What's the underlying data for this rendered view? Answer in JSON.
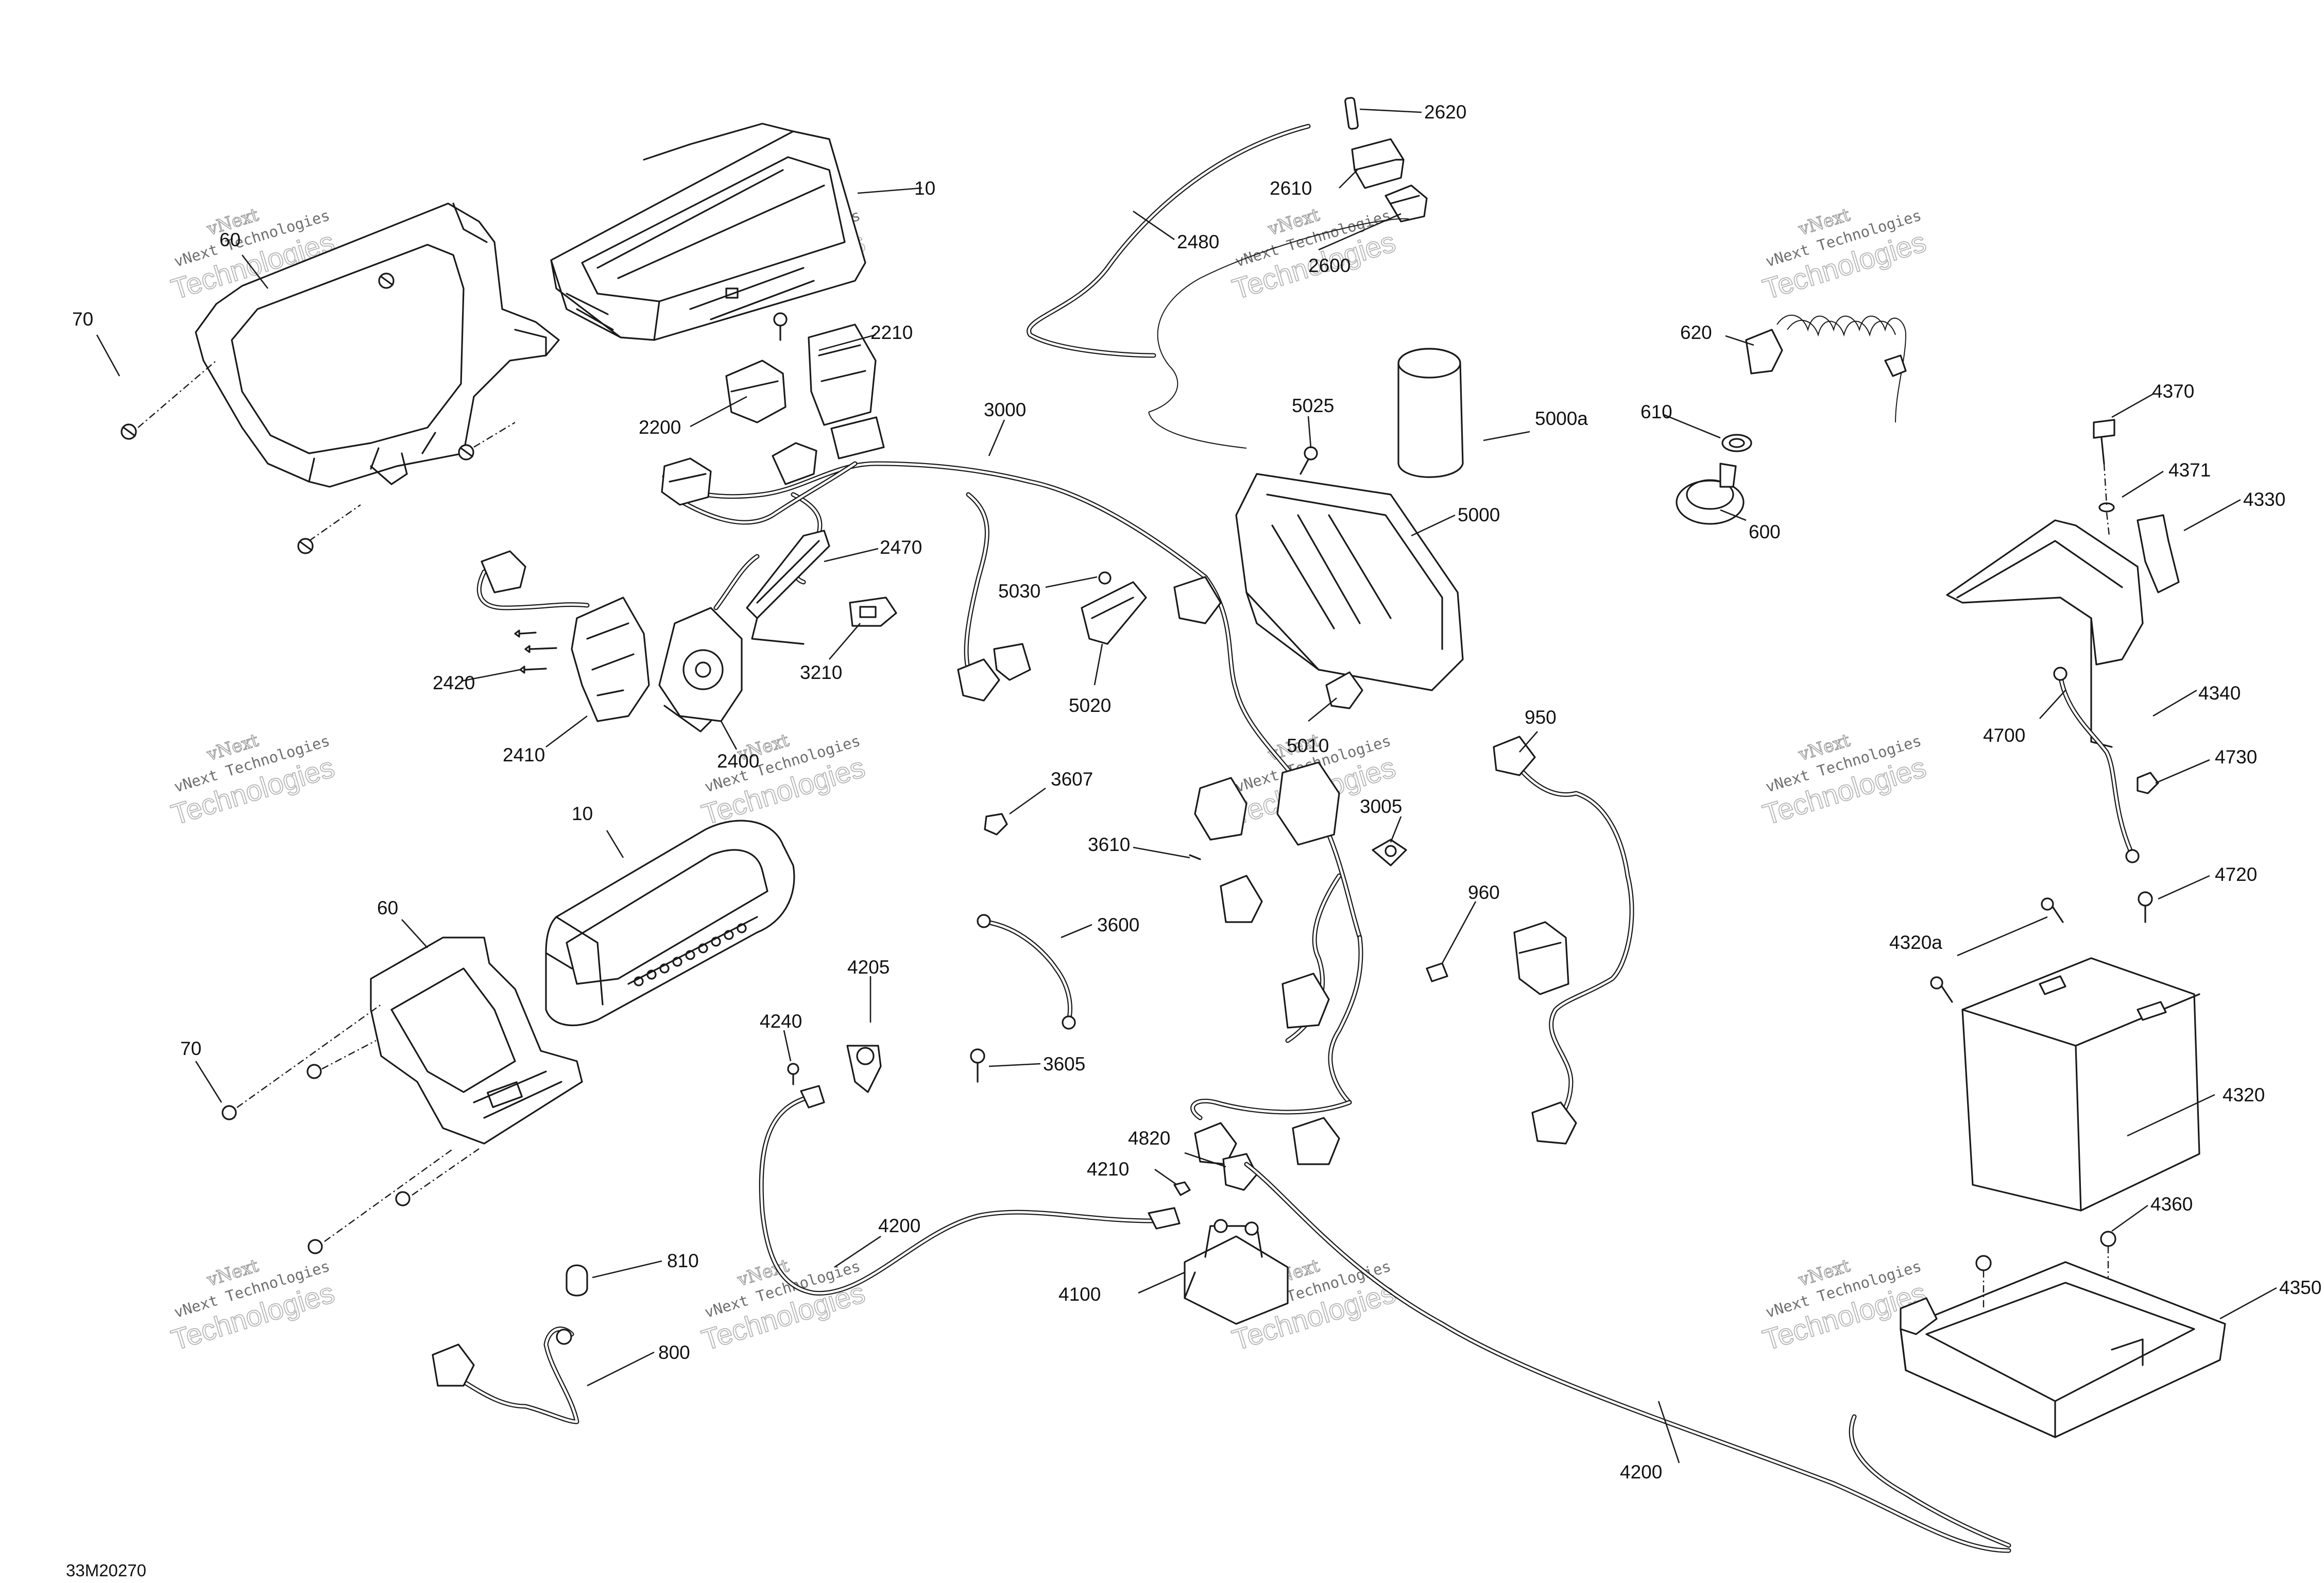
{
  "diagram_code": "33M20270",
  "watermark": {
    "brand": "vNext",
    "line": "vNext Technologies",
    "big": "Technologies"
  },
  "callouts": [
    {
      "id": "c-60-top",
      "text": "60"
    },
    {
      "id": "c-70-top",
      "text": "70"
    },
    {
      "id": "c-10-top",
      "text": "10"
    },
    {
      "id": "c-2620",
      "text": "2620"
    },
    {
      "id": "c-2610",
      "text": "2610"
    },
    {
      "id": "c-2480",
      "text": "2480"
    },
    {
      "id": "c-2600",
      "text": "2600"
    },
    {
      "id": "c-2210",
      "text": "2210"
    },
    {
      "id": "c-2200",
      "text": "2200"
    },
    {
      "id": "c-3000",
      "text": "3000"
    },
    {
      "id": "c-5025",
      "text": "5025"
    },
    {
      "id": "c-5000a",
      "text": "5000a"
    },
    {
      "id": "c-5000",
      "text": "5000"
    },
    {
      "id": "c-620",
      "text": "620"
    },
    {
      "id": "c-610",
      "text": "610"
    },
    {
      "id": "c-600",
      "text": "600"
    },
    {
      "id": "c-4370",
      "text": "4370"
    },
    {
      "id": "c-4371",
      "text": "4371"
    },
    {
      "id": "c-4330",
      "text": "4330"
    },
    {
      "id": "c-2470",
      "text": "2470"
    },
    {
      "id": "c-5030",
      "text": "5030"
    },
    {
      "id": "c-3210",
      "text": "3210"
    },
    {
      "id": "c-2420",
      "text": "2420"
    },
    {
      "id": "c-2410",
      "text": "2410"
    },
    {
      "id": "c-2400",
      "text": "2400"
    },
    {
      "id": "c-5020",
      "text": "5020"
    },
    {
      "id": "c-5010",
      "text": "5010"
    },
    {
      "id": "c-950",
      "text": "950"
    },
    {
      "id": "c-4340",
      "text": "4340"
    },
    {
      "id": "c-4700",
      "text": "4700"
    },
    {
      "id": "c-4730",
      "text": "4730"
    },
    {
      "id": "c-10-mid",
      "text": "10"
    },
    {
      "id": "c-3607",
      "text": "3607"
    },
    {
      "id": "c-3005",
      "text": "3005"
    },
    {
      "id": "c-3610",
      "text": "3610"
    },
    {
      "id": "c-960",
      "text": "960"
    },
    {
      "id": "c-4720",
      "text": "4720"
    },
    {
      "id": "c-60-mid",
      "text": "60"
    },
    {
      "id": "c-3600",
      "text": "3600"
    },
    {
      "id": "c-4320a",
      "text": "4320a"
    },
    {
      "id": "c-4205",
      "text": "4205"
    },
    {
      "id": "c-70-mid",
      "text": "70"
    },
    {
      "id": "c-4240",
      "text": "4240"
    },
    {
      "id": "c-3605",
      "text": "3605"
    },
    {
      "id": "c-4320",
      "text": "4320"
    },
    {
      "id": "c-4820",
      "text": "4820"
    },
    {
      "id": "c-4210",
      "text": "4210"
    },
    {
      "id": "c-4200-a",
      "text": "4200"
    },
    {
      "id": "c-4360",
      "text": "4360"
    },
    {
      "id": "c-4350",
      "text": "4350"
    },
    {
      "id": "c-810",
      "text": "810"
    },
    {
      "id": "c-4100",
      "text": "4100"
    },
    {
      "id": "c-800",
      "text": "800"
    },
    {
      "id": "c-4200-b",
      "text": "4200"
    }
  ]
}
